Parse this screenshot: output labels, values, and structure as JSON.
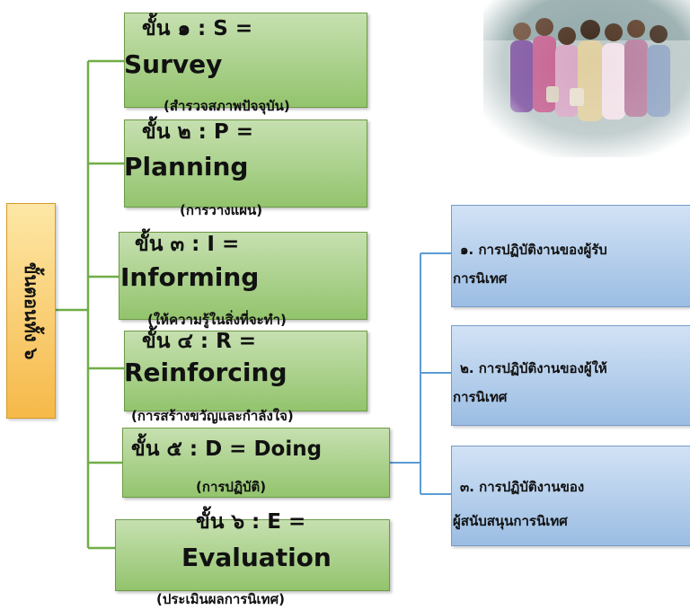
{
  "main_label": "ขั้นตอนทั้ง ๖",
  "steps": [
    {
      "head": "ขั้น ๑ :  S =",
      "eng": "Survey",
      "sub": "(สำรวจสภาพปัจจุบัน)"
    },
    {
      "head": "ขั้น ๒ :  P =",
      "eng": "Planning",
      "sub": "(การวางแผน)"
    },
    {
      "head": "ขั้น ๓ : I =",
      "eng": "Informing",
      "sub": "(ให้ความรู้ในสิ่งที่จะทำ)"
    },
    {
      "head": "ขั้น ๔ : R =",
      "eng": "Reinforcing",
      "sub": "(การสร้างขวัญและกำลังใจ)"
    },
    {
      "head": "ขั้น ๕ : D = Doing",
      "sub": "(การปฏิบัติ)"
    },
    {
      "head": "ขั้น ๖ : E =",
      "eng": "Evaluation",
      "sub": "(ประเมินผลการนิเทศ)"
    }
  ],
  "doing_details": [
    {
      "line1": "๑. การปฏิบัติงานของผู้รับ",
      "line2": "การนิเทศ"
    },
    {
      "line1": "๒. การปฏิบัติงานของผู้ให้",
      "line2": "การนิเทศ"
    },
    {
      "line1": "๓. การปฏิบัติงานของ",
      "line2": "ผู้สนับสนุนการนิเทศ"
    }
  ],
  "colors": {
    "green_line": "#70ad47",
    "blue_line": "#5b9bd5",
    "green_box": "#9bcb74",
    "blue_box": "#a6c4e6",
    "yellow_box": "#f8c45a"
  }
}
